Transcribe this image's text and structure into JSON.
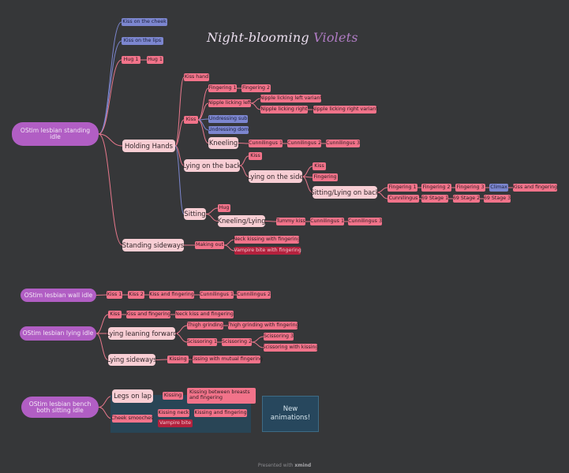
{
  "title": {
    "part1": "Night-blooming",
    "part2": "Violets"
  },
  "colors": {
    "background": "#363739",
    "node": "#f2738a",
    "blue": "#7c86cf",
    "dark": "#b3213d",
    "root": "#b15ec4",
    "subtopic": "#f8ced4",
    "link_pink": "#e8788c",
    "link_blue": "#7c86cf"
  },
  "nodes": {
    "root_standing": "OStim lesbian standing idle",
    "kiss_cheek": "Kiss on the cheek",
    "kiss_lips": "Kiss on the lips",
    "hug1": "Hug 1",
    "hug1b": "Hug 1",
    "holding_hands": "Holding Hands",
    "kiss_hand": "Kiss hand",
    "hh_kiss": "Kiss",
    "fingering1": "Fingering 1",
    "fingering2": "Fingering 2",
    "nipple_left": "Nipple licking left",
    "nipple_left_v": "Nipple licking left variant",
    "nipple_right": "Nipple licking right",
    "nipple_right_v": "Nipple licking right variant",
    "undress_sub": "Undressing sub",
    "undress_dom": "Undressing dom",
    "kneeling": "Kneeling",
    "cunn1": "Cunnilingus 1",
    "cunn2": "Cunnilingus 2",
    "cunn3": "Cunnilingus 3",
    "lying_back": "Lying on the back",
    "lb_kiss": "Kiss",
    "lying_side": "Lying on the side",
    "ls_kiss": "Kiss",
    "ls_fingering": "Fingering",
    "sit_lying_back": "Sitting/Lying on back",
    "slb_f1": "Fingering 1",
    "slb_f2": "Fingering 2",
    "slb_f3": "Fingering 3",
    "climax": "Climax",
    "kiss_and_fingering": "Kiss and fingering",
    "slb_cunn": "Cunnilingus",
    "s69_1": "69 Stage 1",
    "s69_2": "69 Stage 2",
    "s69_3": "69 Stage 3",
    "sitting": "Sitting",
    "sit_hug": "Hug",
    "kneel_lying": "Kneeling/Lying",
    "tummy_kiss": "Tummy kiss",
    "kl_cunn1": "Cunnilingus 1",
    "kl_cunn3": "Cunnilingus 3",
    "standing_sideways": "Standing sideways",
    "making_out": "Making out",
    "neck_kissing": "Neck kissing with fingering",
    "vampire_bite_fing": "Vampire bite with fingering",
    "root_wall": "OStim lesbian wall idle",
    "w_kiss1": "Kiss 1",
    "w_kiss2": "Kiss 2",
    "w_kf": "Kiss and fingering",
    "w_cunn1": "Cunnilingus 1",
    "w_cunn2": "Cunnilingus 2",
    "root_lying": "OStim lesbian lying idle",
    "ly_kiss": "Kiss",
    "ly_kf": "Kiss and fingering",
    "ly_neck": "Neck kiss and fingering",
    "lying_lean": "Lying leaning forward",
    "thigh": "Thigh grinding",
    "thigh_f": "Thigh grinding with fingering",
    "sc1": "Scissoring 1",
    "sc2": "Scissoring 2",
    "sc3": "Scissoring 3",
    "sc_kiss": "Scissoring with kissing",
    "lying_sideways": "Lying sideways",
    "lsw_kissing": "Kissing",
    "lsw_mutual": "Kissing with mutual fingering",
    "root_bench": "OStim lesbian bench both sitting idle",
    "legs_lap": "Legs on lap",
    "ll_kissing": "Kissing",
    "ll_kbb": "Kissing between breasts and fingering",
    "cheek_smooches": "Cheek smooches",
    "kissing_neck": "Kissing neck",
    "kissing_fingering": "Kissing and fingering",
    "vampire_bite": "Vampire bite"
  },
  "new_box": "New animations!",
  "footer": {
    "prefix": "Presented with",
    "brand": "xmind"
  }
}
